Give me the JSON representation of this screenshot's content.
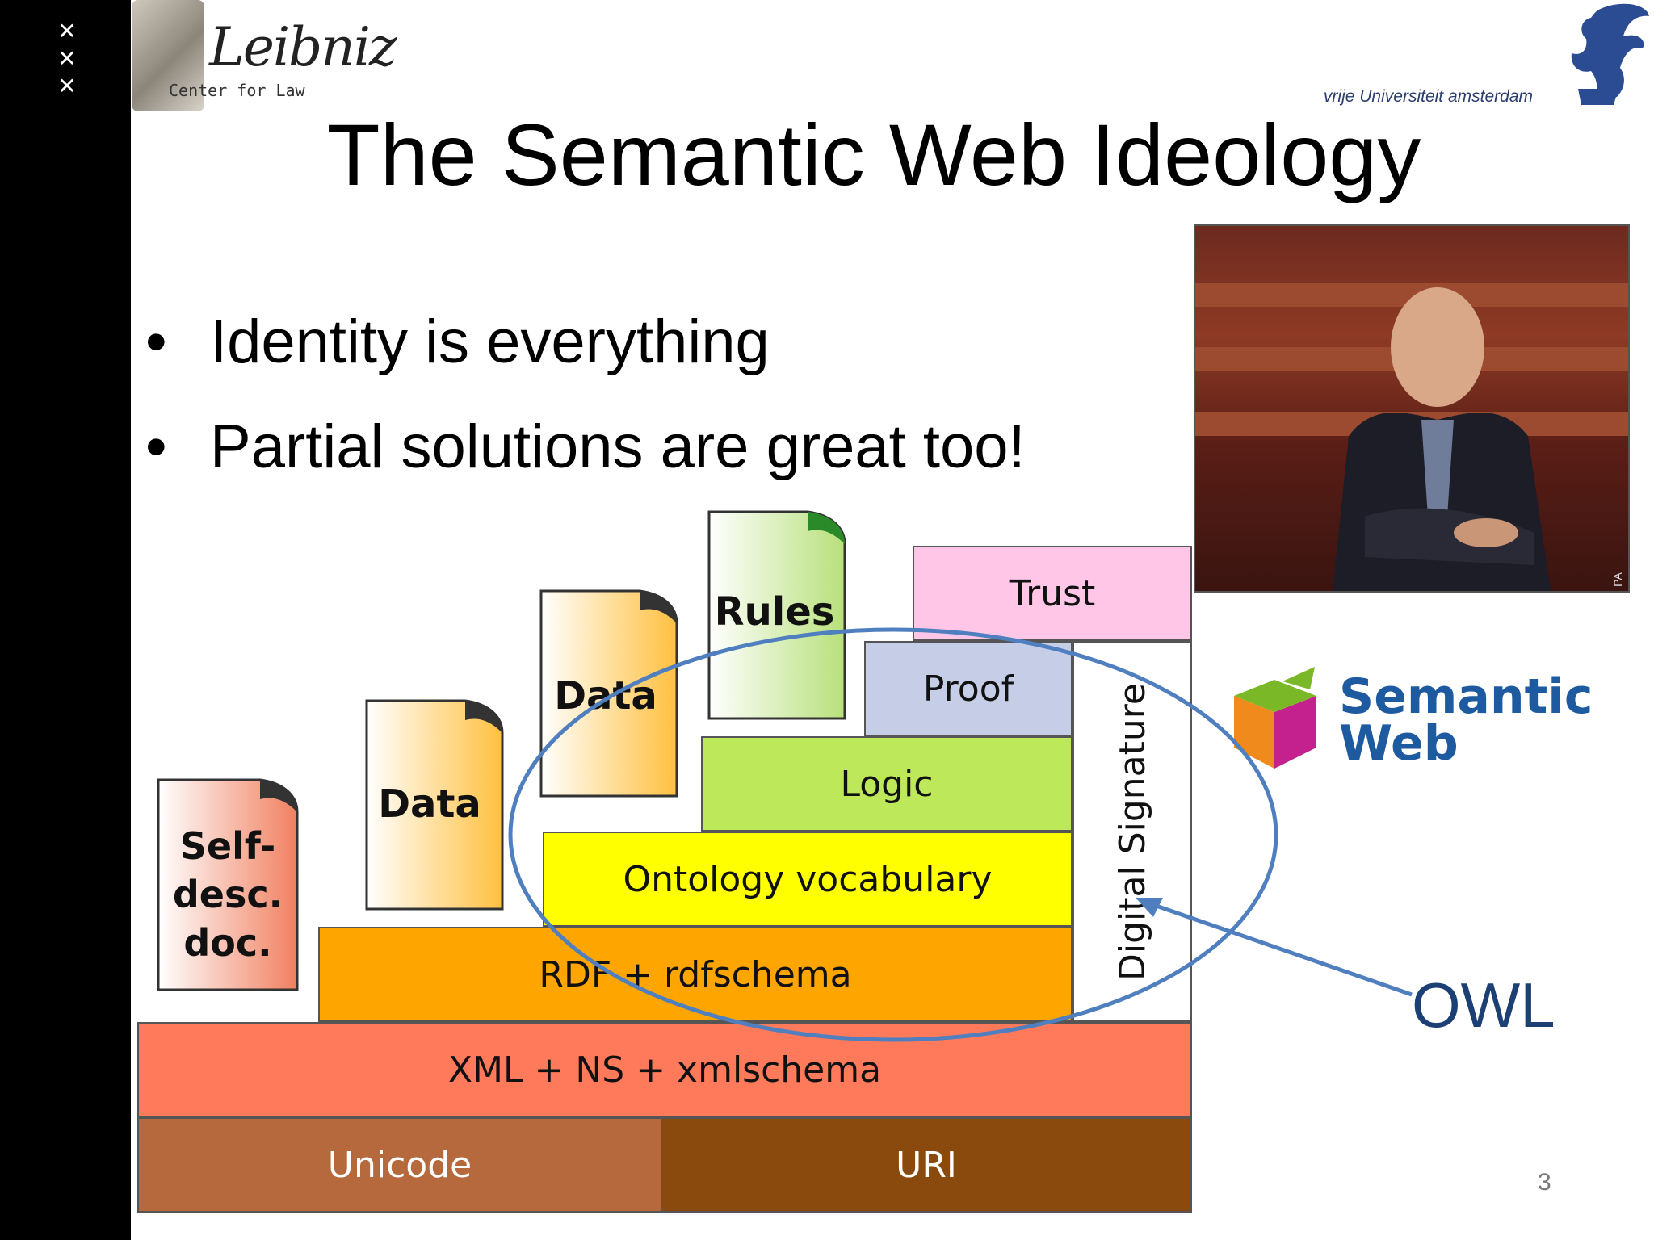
{
  "slide": {
    "title": "The Semantic Web Ideology",
    "bullets": [
      "Identity is everything",
      "Partial solutions are great too!"
    ],
    "slide_number": "3"
  },
  "logos": {
    "leibniz_script": "Leibniz",
    "leibniz_caption": "Center for Law",
    "vu_text": "vrije Universiteit   amsterdam",
    "semantic_web_line1": "Semantic",
    "semantic_web_line2": "Web",
    "photo_credit": "PA"
  },
  "stack_diagram": {
    "layers": {
      "unicode": "Unicode",
      "uri": "URI",
      "xml": "XML + NS + xmlschema",
      "rdf": "RDF + rdfschema",
      "ontology": "Ontology vocabulary",
      "logic": "Logic",
      "proof": "Proof",
      "trust": "Trust",
      "signature": "Digital Signature"
    },
    "documents": {
      "self_desc_1": "Self-",
      "self_desc_2": "desc.",
      "self_desc_3": "doc.",
      "data_1": "Data",
      "data_2": "Data",
      "rules": "Rules"
    },
    "annotation": "OWL"
  },
  "colors": {
    "unicode": "#b5693c",
    "uri": "#8b4a0d",
    "xml": "#ff7a5a",
    "rdf": "#ffa500",
    "ontology": "#ffff00",
    "logic": "#bde85a",
    "proof": "#c6cde6",
    "trust": "#ffc6e8",
    "annotation": "#4f7fbf"
  }
}
